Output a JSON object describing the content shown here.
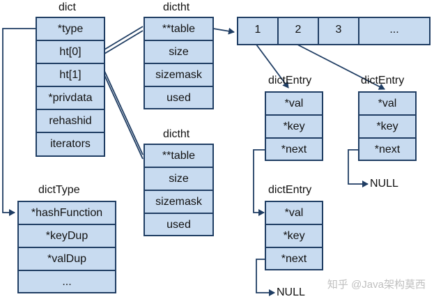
{
  "dict": {
    "title": "dict",
    "fields": [
      "*type",
      "ht[0]",
      "ht[1]",
      "*privdata",
      "rehashid",
      "iterators"
    ]
  },
  "dictht_0": {
    "title": "dictht",
    "fields": [
      "**table",
      "size",
      "sizemask",
      "used"
    ]
  },
  "dictht_1": {
    "title": "dictht",
    "fields": [
      "**table",
      "size",
      "sizemask",
      "used"
    ]
  },
  "dictType": {
    "title": "dictType",
    "fields": [
      "*hashFunction",
      "*keyDup",
      "*valDup",
      "..."
    ]
  },
  "table": {
    "slots": [
      "1",
      "2",
      "3",
      "..."
    ]
  },
  "entry_a": {
    "title": "dictEntry",
    "fields": [
      "*val",
      "*key",
      "*next"
    ]
  },
  "entry_b": {
    "title": "dictEntry",
    "fields": [
      "*val",
      "*key",
      "*next"
    ]
  },
  "entry_c": {
    "title": "dictEntry",
    "fields": [
      "*val",
      "*key",
      "*next"
    ]
  },
  "null_labels": [
    "NULL",
    "NULL"
  ],
  "watermark": "知乎 @Java架构莫西",
  "colors": {
    "box_fill": "#c8dbf0",
    "box_border": "#1f3d63",
    "line": "#1f3d63"
  }
}
